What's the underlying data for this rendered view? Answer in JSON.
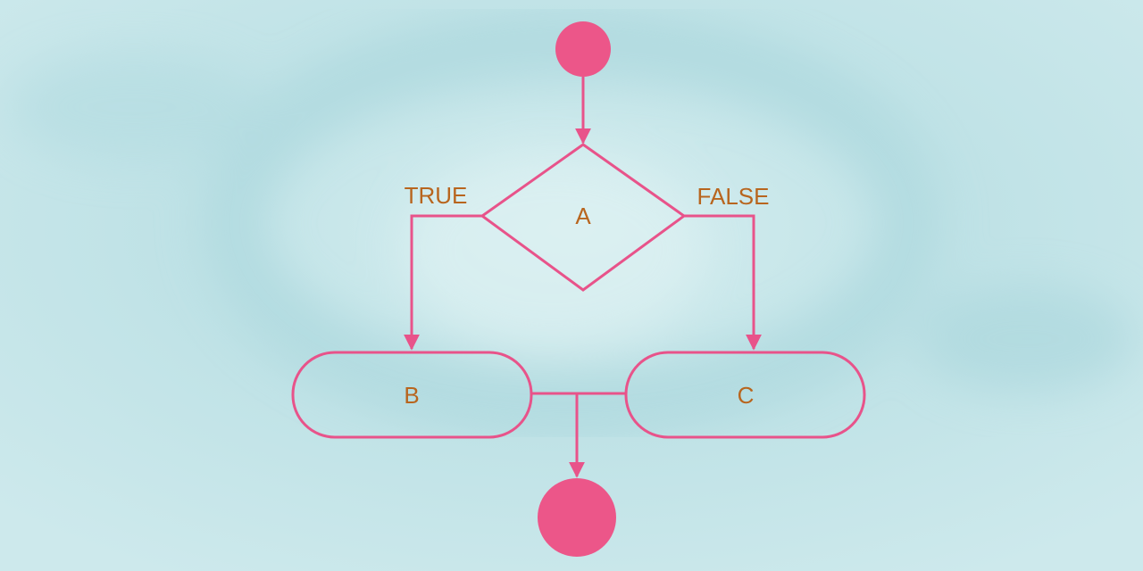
{
  "colors": {
    "background": "#cfe9ec",
    "stroke": "#e8538a",
    "node_fill": "#ec5689",
    "text": "#b8651e"
  },
  "diagram": {
    "type": "flowchart",
    "nodes": {
      "start": {
        "shape": "filled-circle"
      },
      "decision": {
        "label": "A",
        "shape": "diamond"
      },
      "b": {
        "label": "B",
        "shape": "rounded-rect"
      },
      "c": {
        "label": "C",
        "shape": "rounded-rect"
      },
      "end": {
        "shape": "filled-circle"
      }
    },
    "edges": {
      "true_label": "TRUE",
      "false_label": "FALSE"
    }
  }
}
